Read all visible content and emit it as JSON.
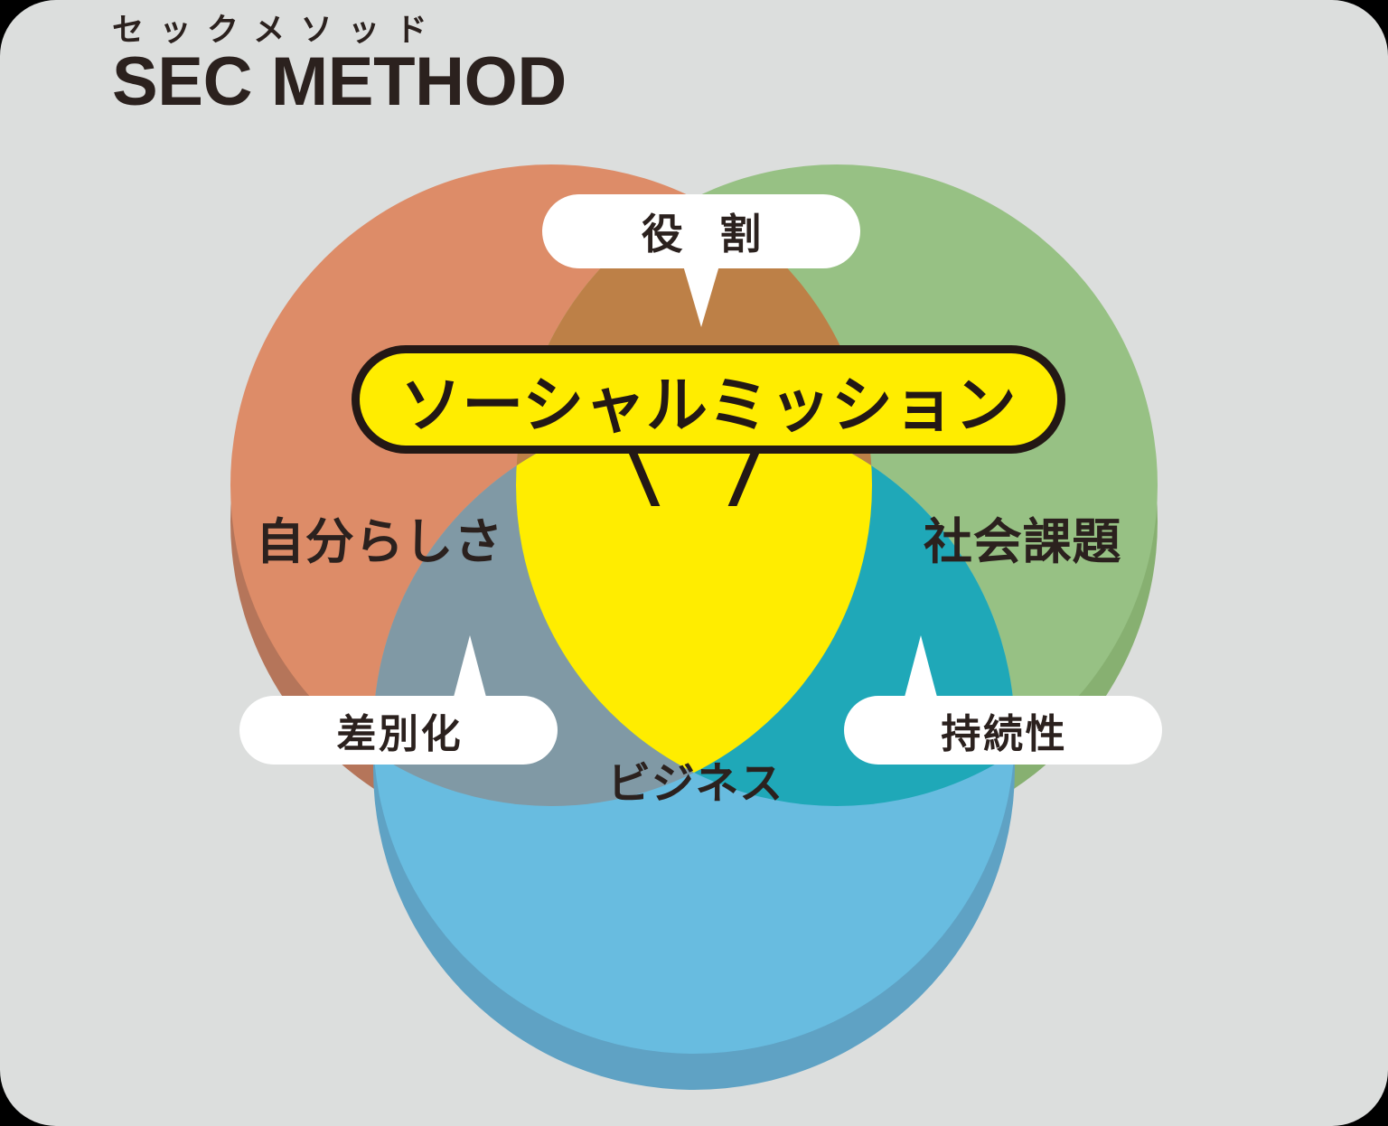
{
  "page": {
    "background_color": "#DCDEDD",
    "text_color": "#2B211E"
  },
  "title": {
    "kana": "セックメソッド",
    "main": "SEC METHOD"
  },
  "diagram": {
    "type": "venn",
    "circles": [
      {
        "id": "self",
        "label": "自分らしさ",
        "color": "#DD8C68",
        "shadow_color": "#B5755A",
        "position": "left"
      },
      {
        "id": "social",
        "label": "社会課題",
        "color": "#97C184",
        "shadow_color": "#87B071",
        "position": "right"
      },
      {
        "id": "business",
        "label": "ビジネス",
        "color": "#68BCE0",
        "shadow_color": "#5FA2C4",
        "position": "bottom"
      }
    ],
    "intersections": [
      {
        "id": "self-social",
        "label": "役割",
        "color": "#BD8047"
      },
      {
        "id": "self-business",
        "label": "差別化",
        "color": "#8099A5"
      },
      {
        "id": "social-business",
        "label": "持続性",
        "color": "#1FA8B8"
      },
      {
        "id": "center",
        "label": "ソーシャルミッション",
        "color": "#FFED00"
      }
    ]
  },
  "callouts": {
    "role": "役 割",
    "differentiation": "差別化",
    "sustainability": "持続性"
  },
  "mission": {
    "label": "ソーシャルミッション",
    "fill_color": "#FFED00",
    "outline_color": "#231815"
  }
}
